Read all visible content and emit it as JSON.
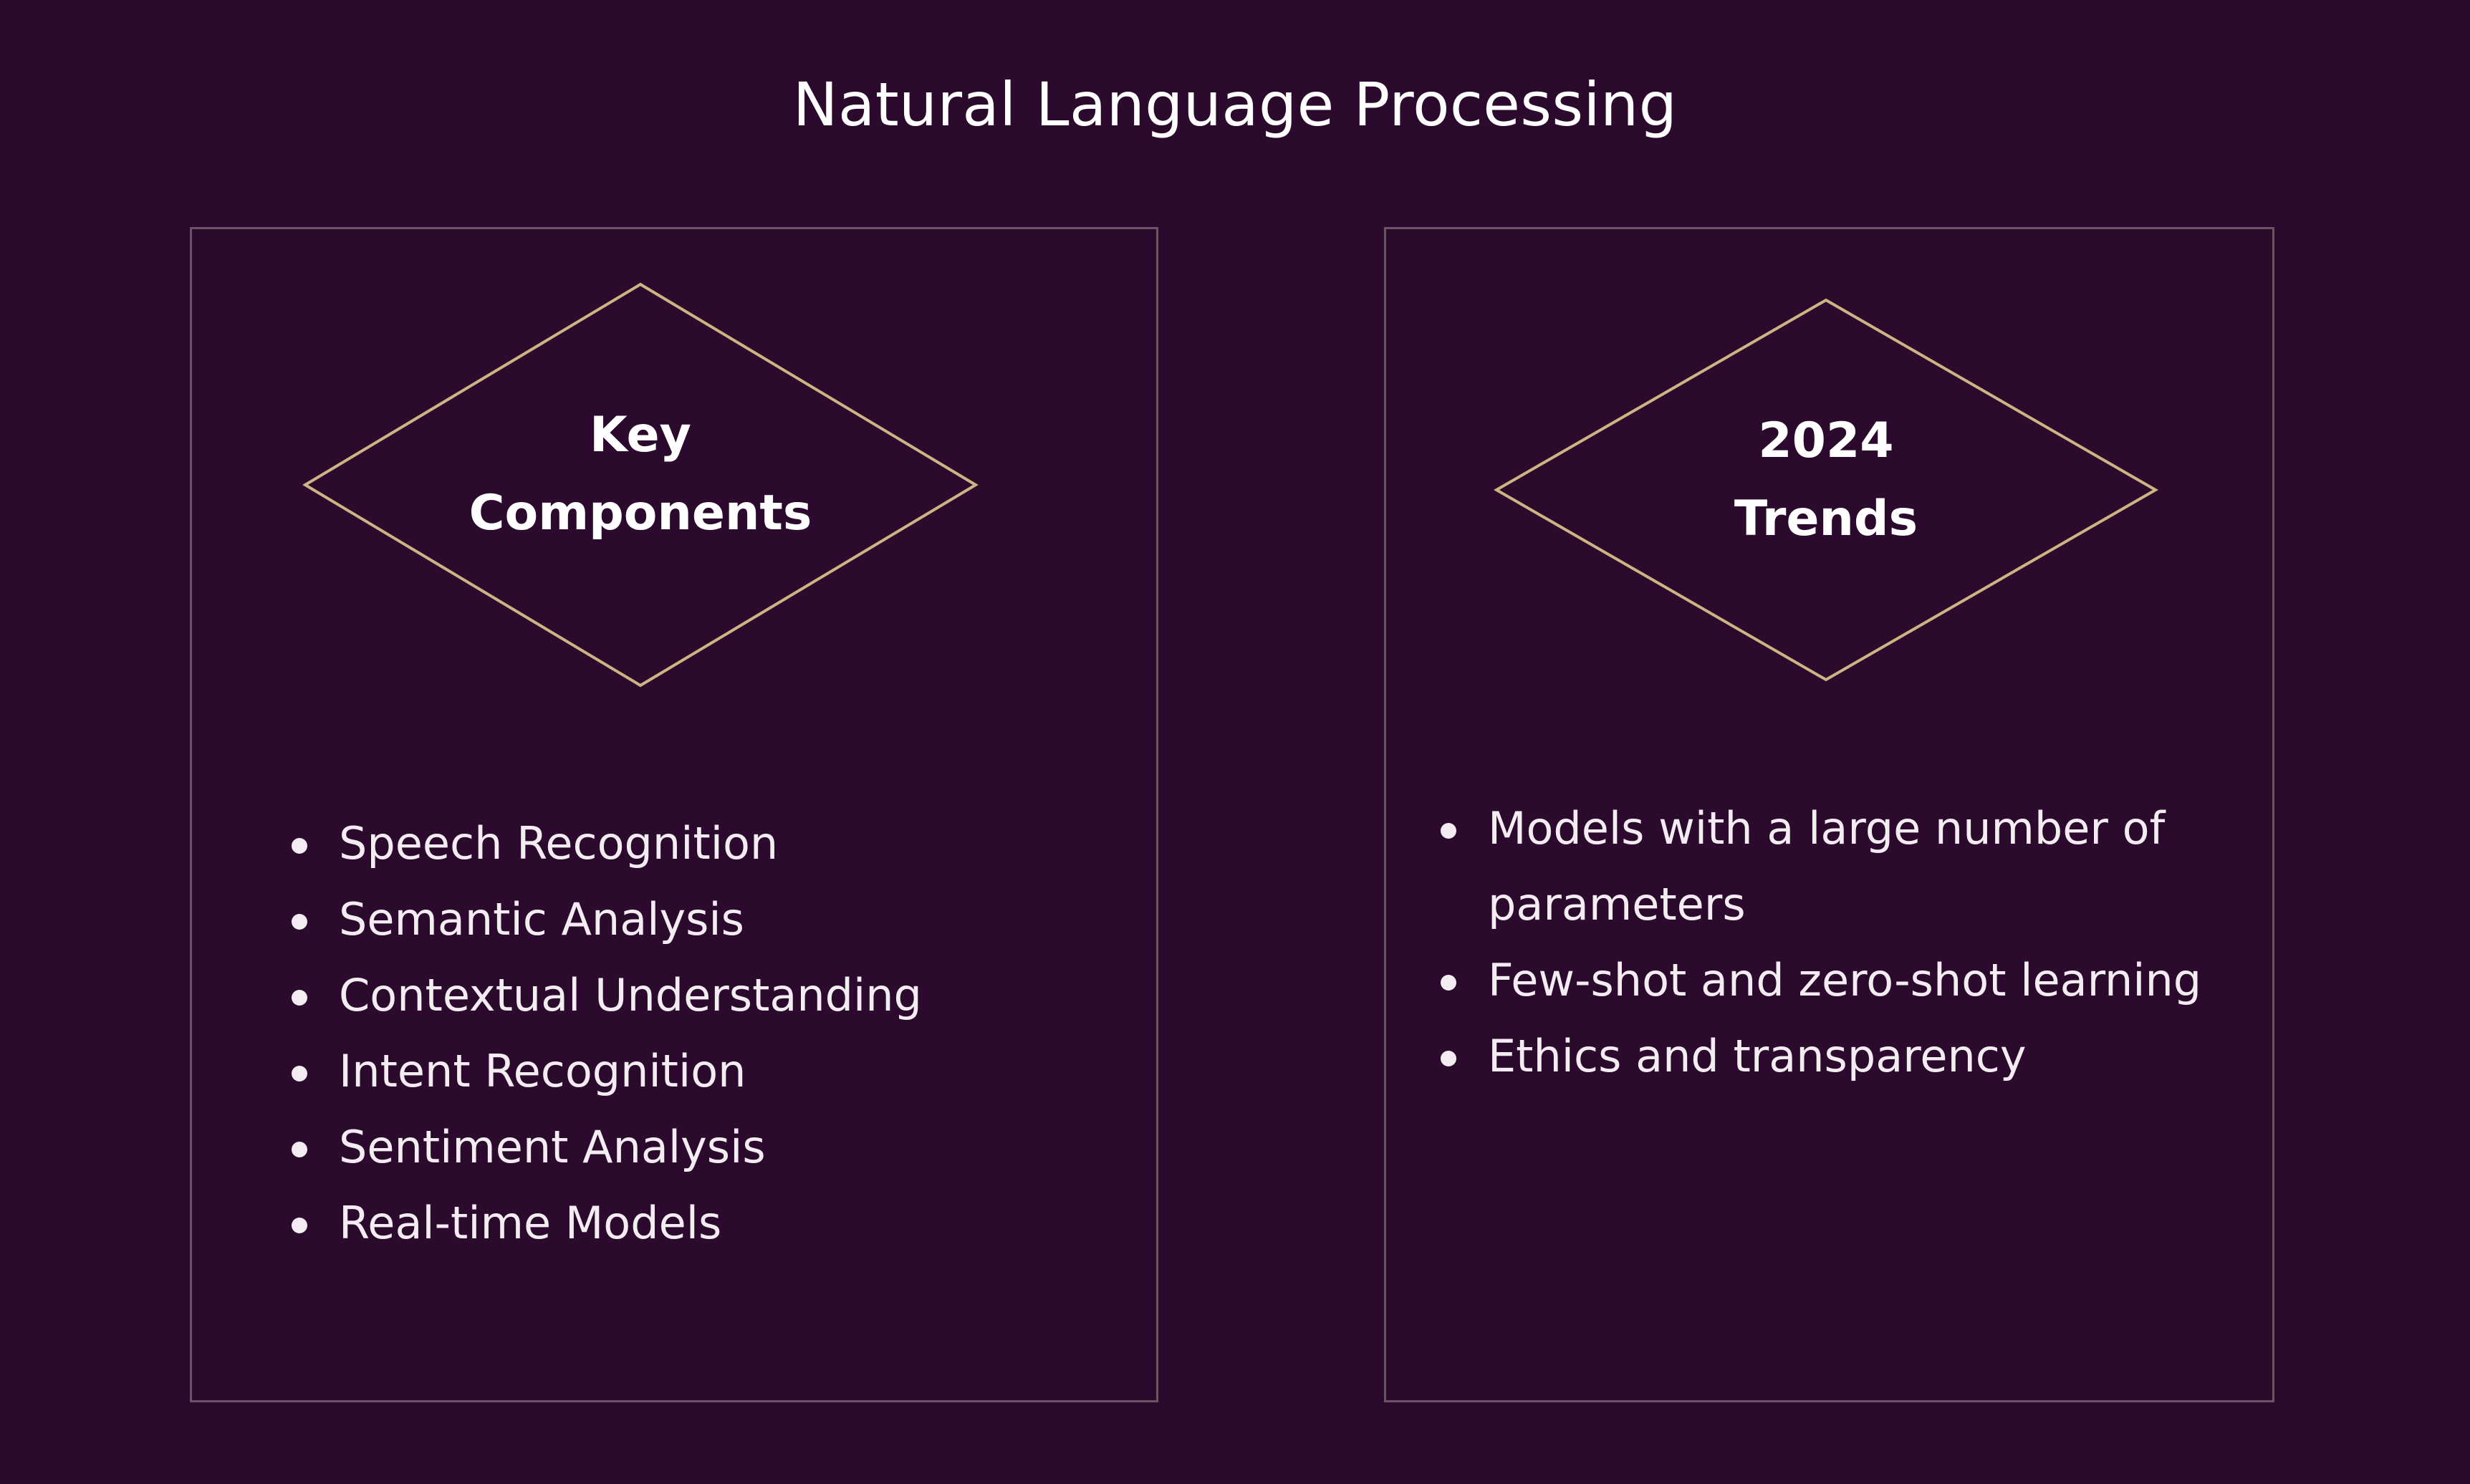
{
  "slide": {
    "title": "Natural Language Processing",
    "background_color": "#2b0a2e",
    "text_color": "#f3ecf1",
    "accent_color": "#cdb482",
    "border_color": "#6b5562"
  },
  "panels": [
    {
      "id": "key-components",
      "diamond_label": "Key\nComponents",
      "items": [
        "Speech Recognition",
        "Semantic Analysis",
        "Contextual Understanding",
        "Intent Recognition",
        "Sentiment Analysis",
        "Real-time Models"
      ]
    },
    {
      "id": "trends-2024",
      "diamond_label": "2024\nTrends",
      "items": [
        "Models with a large number of parameters",
        "Few-shot and zero-shot learning",
        "Ethics and transparency"
      ]
    }
  ]
}
